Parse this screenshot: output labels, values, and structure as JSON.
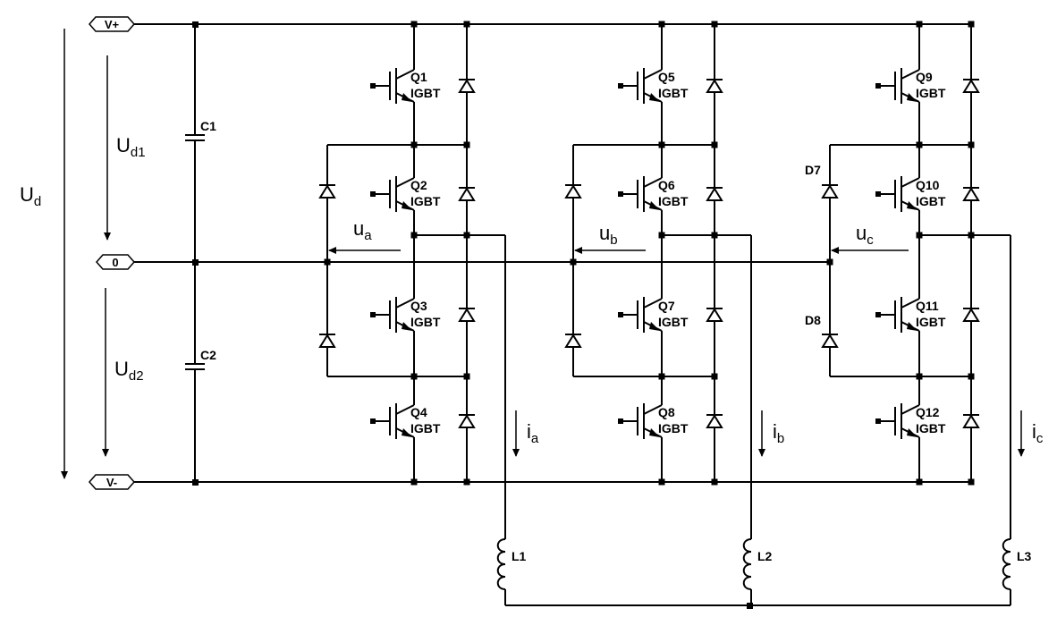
{
  "ports": {
    "vplus": "V+",
    "zero": "0",
    "vminus": "V-"
  },
  "voltages": {
    "ud": {
      "main": "U",
      "sub": "d"
    },
    "ud1": {
      "main": "U",
      "sub": "d1"
    },
    "ud2": {
      "main": "U",
      "sub": "d2"
    },
    "ua": {
      "main": "u",
      "sub": "a"
    },
    "ub": {
      "main": "u",
      "sub": "b"
    },
    "uc": {
      "main": "u",
      "sub": "c"
    }
  },
  "currents": {
    "ia": {
      "main": "i",
      "sub": "a"
    },
    "ib": {
      "main": "i",
      "sub": "b"
    },
    "ic": {
      "main": "i",
      "sub": "c"
    }
  },
  "capacitors": {
    "c1": "C1",
    "c2": "C2"
  },
  "legs": [
    {
      "transistors": [
        {
          "name": "Q1",
          "type": "IGBT"
        },
        {
          "name": "Q2",
          "type": "IGBT"
        },
        {
          "name": "Q3",
          "type": "IGBT"
        },
        {
          "name": "Q4",
          "type": "IGBT"
        }
      ],
      "clamp_diodes": [
        "",
        ""
      ],
      "inductor": "L1"
    },
    {
      "transistors": [
        {
          "name": "Q5",
          "type": "IGBT"
        },
        {
          "name": "Q6",
          "type": "IGBT"
        },
        {
          "name": "Q7",
          "type": "IGBT"
        },
        {
          "name": "Q8",
          "type": "IGBT"
        }
      ],
      "clamp_diodes": [
        "",
        ""
      ],
      "inductor": "L2"
    },
    {
      "transistors": [
        {
          "name": "Q9",
          "type": "IGBT"
        },
        {
          "name": "Q10",
          "type": "IGBT"
        },
        {
          "name": "Q11",
          "type": "IGBT"
        },
        {
          "name": "Q12",
          "type": "IGBT"
        }
      ],
      "clamp_diodes": [
        "D7",
        "D8"
      ],
      "inductor": "L3"
    }
  ]
}
